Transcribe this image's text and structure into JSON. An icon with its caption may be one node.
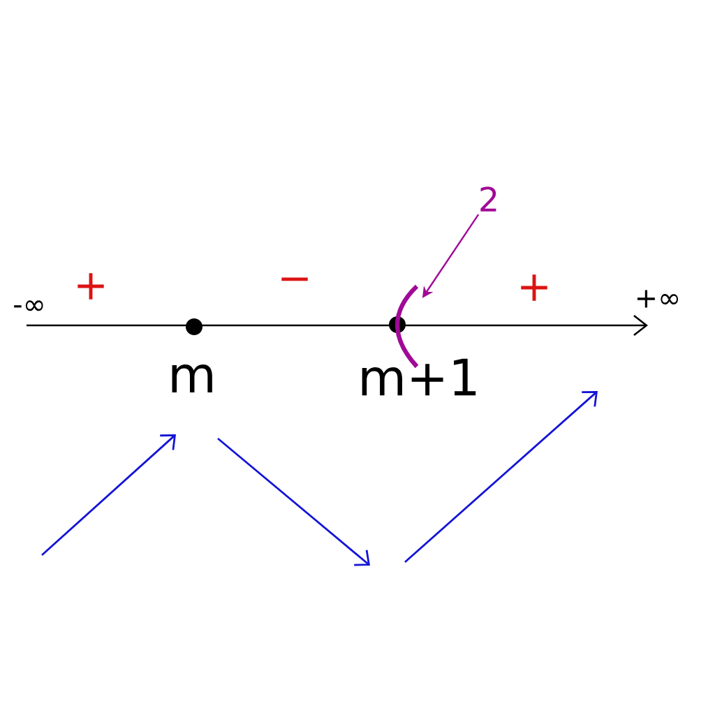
{
  "diagram": {
    "nodes": [
      {
        "text": [
          "2"
        ]
      },
      {
        "text": [],
        "shape": "arc"
      }
    ],
    "edges": [
      {
        "from": 0,
        "to": 1,
        "arrow": "to"
      }
    ],
    "labels": [
      "-∞",
      "+",
      "−",
      "+",
      "+∞",
      "m",
      "m+1"
    ]
  }
}
